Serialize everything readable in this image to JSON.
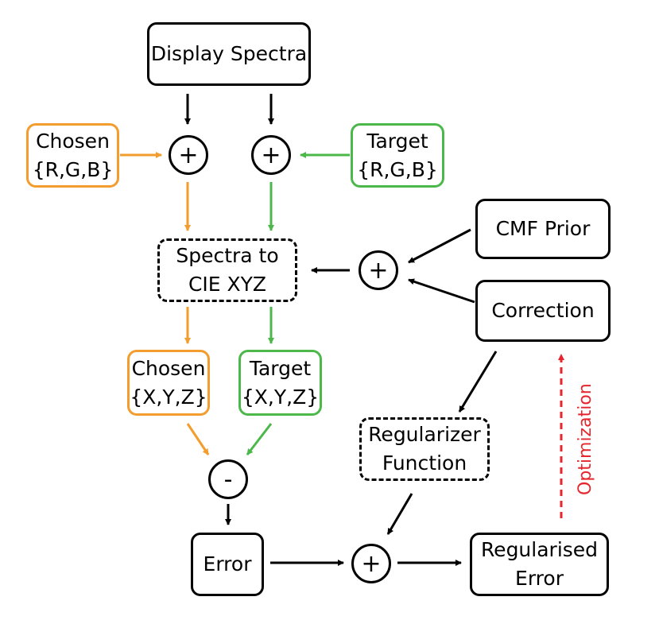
{
  "nodes": {
    "display_spectra": "Display Spectra",
    "chosen_rgb": [
      "Chosen",
      "{R,G,B}"
    ],
    "target_rgb": [
      "Target",
      "{R,G,B}"
    ],
    "spectra_to_xyz": [
      "Spectra to",
      "CIE XYZ"
    ],
    "cmf_prior": "CMF Prior",
    "correction": "Correction",
    "chosen_xyz": [
      "Chosen",
      "{X,Y,Z}"
    ],
    "target_xyz": [
      "Target",
      "{X,Y,Z}"
    ],
    "regularizer": [
      "Regularizer",
      "Function"
    ],
    "error": "Error",
    "regularised_error": [
      "Regularised",
      "Error"
    ]
  },
  "operators": {
    "plus": "+",
    "minus": "-"
  },
  "labels": {
    "optimization": "Optimization"
  },
  "colors": {
    "orange": "#f29d2d",
    "green": "#4cb84a",
    "black": "#000000",
    "red": "#e7252c"
  }
}
